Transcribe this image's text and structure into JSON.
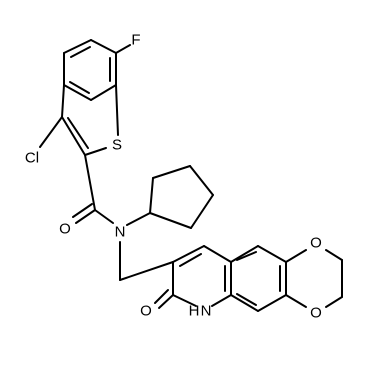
{
  "atom_labels": {
    "fluorine": "F",
    "chlorine": "Cl",
    "sulfur": "S",
    "carbonyl_oxygen": "O",
    "amide_nitrogen": "N",
    "dioxane_oxygen_top": "O",
    "dioxane_oxygen_bottom": "O",
    "lactam_oxygen": "O",
    "lactam_nh": "H",
    "lactam_n": "N"
  },
  "colors": {
    "ink": "#000000",
    "background": "#ffffff"
  }
}
